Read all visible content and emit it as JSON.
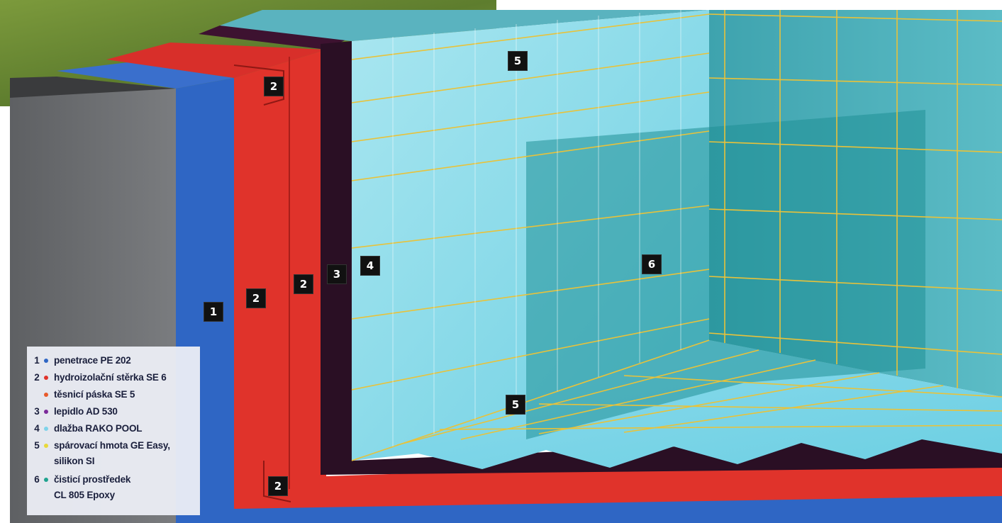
{
  "markers": [
    {
      "id": "marker-5-top",
      "label": "5"
    },
    {
      "id": "marker-2-top",
      "label": "2"
    },
    {
      "id": "marker-4",
      "label": "4"
    },
    {
      "id": "marker-3",
      "label": "3"
    },
    {
      "id": "marker-2-right",
      "label": "2"
    },
    {
      "id": "marker-2-mid",
      "label": "2"
    },
    {
      "id": "marker-1",
      "label": "1"
    },
    {
      "id": "marker-6",
      "label": "6"
    },
    {
      "id": "marker-5-bottom",
      "label": "5"
    },
    {
      "id": "marker-2-bottom",
      "label": "2"
    }
  ],
  "legend": [
    {
      "num": "1",
      "text": "penetrace PE 202",
      "color": "#2f66c4"
    },
    {
      "num": "2",
      "text": "hydroizolační stěrka SE 6",
      "color": "#e0332b"
    },
    {
      "num": "",
      "text": "těsnicí páska SE 5",
      "color": "#e85a2a"
    },
    {
      "num": "3",
      "text": "lepidlo AD 530",
      "color": "#7b2a9a"
    },
    {
      "num": "4",
      "text": "dlažba RAKO POOL",
      "color": "#7fd3ea"
    },
    {
      "num": "5",
      "text": "spárovací hmota GE Easy,",
      "color": "#e8d83a"
    },
    {
      "num": "",
      "text": "silikon SI",
      "color": ""
    },
    {
      "num": "6",
      "text": "čisticí prostředek",
      "color": "#1fa38f"
    },
    {
      "num": "",
      "text": "CL 805 Epoxy",
      "color": ""
    }
  ],
  "colors": {
    "concrete": "#6d6f72",
    "penetration_blue": "#2f66c4",
    "waterproofing_red": "#e0332b",
    "adhesive_purple": "#2a0f24",
    "tile_light": "#9fe0ef",
    "tile_dark": "#2f9eaa",
    "grout_yellow": "#e8c23a",
    "grass": "#6f8d3a"
  }
}
